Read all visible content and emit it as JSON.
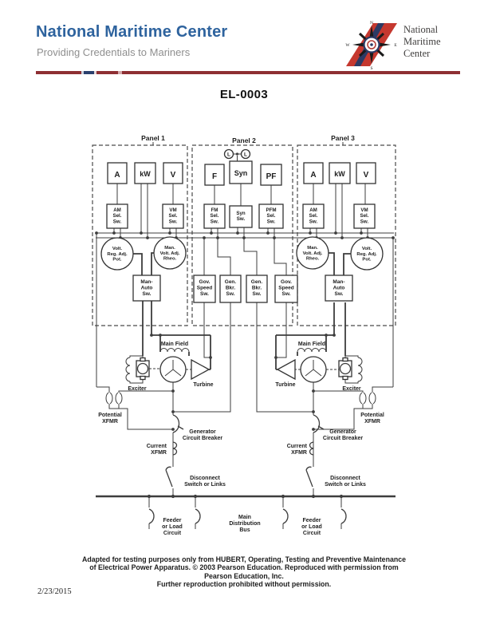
{
  "header": {
    "org_name": "National Maritime Center",
    "tagline": "Providing Credentials to Mariners",
    "logo_text": {
      "line1": "National",
      "line2": "Maritime",
      "line3": "Center"
    },
    "compass": {
      "n": "N",
      "e": "E",
      "s": "S",
      "w": "W"
    },
    "colors": {
      "brand_blue": "#2e639e",
      "rule_maroon": "#8e2f33",
      "rule_navy": "#2a3f6d",
      "logo_red": "#c5382f",
      "logo_navy": "#2c3a64"
    }
  },
  "title": "EL-0003",
  "diagram": {
    "panels": [
      {
        "name": "Panel 1"
      },
      {
        "name": "Panel 2"
      },
      {
        "name": "Panel 3"
      }
    ],
    "meters": {
      "ammeter": "A",
      "kw_meter": "kW",
      "voltmeter": "V",
      "freq_meter": "F",
      "sync_meter": "Syn",
      "pf_meter": "PF",
      "lamp": "L"
    },
    "switches": {
      "am_sel": "AM|Sel.|Sw.",
      "vm_sel": "VM|Sel.|Sw.",
      "fm_sel": "FM|Sel.|Sw.",
      "syn_sw": "Syn|Sw.",
      "pfm_sel": "PFM|Sel.|Sw.",
      "man_auto": "Man-|Auto|Sw.",
      "gov_speed": "Gov.|Speed|Sw.",
      "gen_bkr": "Gen.|Bkr.|Sw."
    },
    "controls": {
      "volt_reg_pot": "Volt.|Reg. Adj.|Pot.",
      "man_volt_rheo": "Man.|Volt. Adj.|Rheo."
    },
    "labels": {
      "main_field": "Main Field",
      "exciter": "Exciter",
      "turbine": "Turbine",
      "potential_xfmr": "Potential|XFMR",
      "generator_breaker": "Generator|Circuit Breaker",
      "current_xfmr": "Current|XFMR",
      "disconnect": "Disconnect|Switch or Links",
      "main_bus": "Main|Distribution|Bus",
      "feeder": "Feeder|or Load|Circuit"
    }
  },
  "footer": {
    "line1": "Adapted for testing purposes only from HUBERT, Operating, Testing and Preventive Maintenance",
    "line2": "of Electrical Power Apparatus.  © 2003 Pearson Education. Reproduced with permission from",
    "line3": "Pearson Education, Inc.",
    "line4": "Further reproduction prohibited without permission.",
    "date": "2/23/2015"
  }
}
